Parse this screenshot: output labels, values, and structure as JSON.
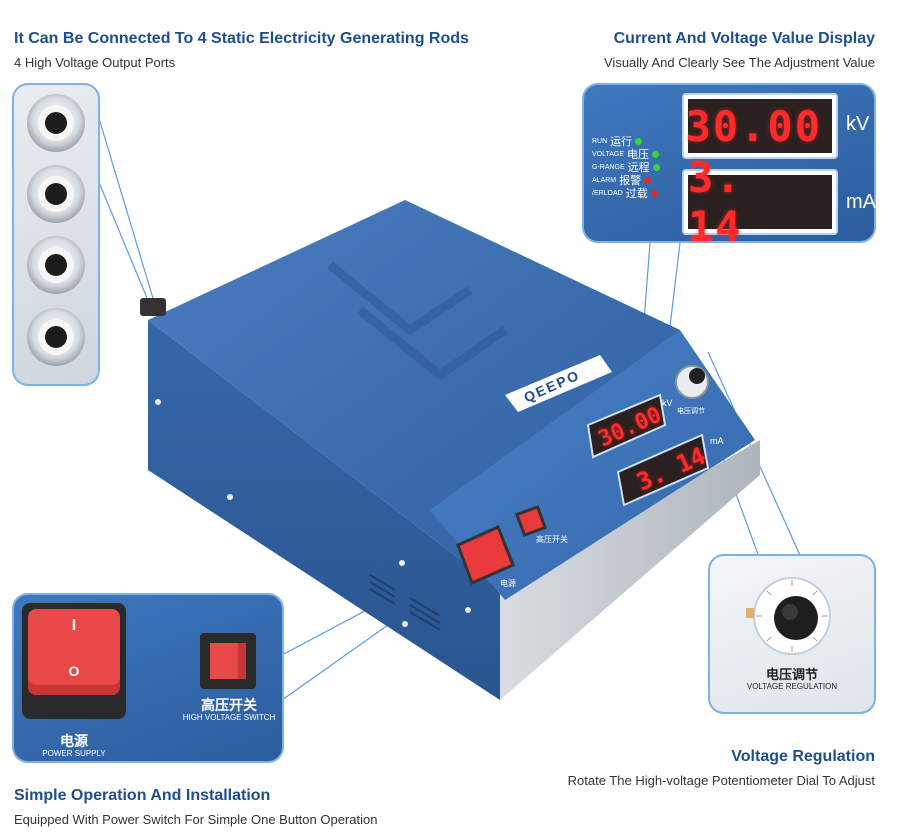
{
  "headings": {
    "ports_title": "It Can Be Connected To 4 Static Electricity Generating Rods",
    "ports_sub": "4 High Voltage Output Ports",
    "display_title": "Current And Voltage Value Display",
    "display_sub": "Visually And Clearly See The Adjustment Value",
    "regulation_title": "Voltage Regulation",
    "regulation_sub": "Rotate The High-voltage Potentiometer Dial To Adjust",
    "operation_title": "Simple Operation And Installation",
    "operation_sub": "Equipped With Power Switch For Simple One Button Operation"
  },
  "display": {
    "kv_value": "30.00",
    "kv_unit": "kV",
    "ma_value": "3. 14",
    "ma_unit": "mA",
    "indicators": [
      {
        "en": "RUN",
        "cn": "运行",
        "color": "#37d43a"
      },
      {
        "en": "VOLTAGE",
        "cn": "电压",
        "color": "#37d43a"
      },
      {
        "en": "G-RANGE",
        "cn": "远程",
        "color": "#37d43a"
      },
      {
        "en": "ALARM",
        "cn": "报警",
        "color": "#e02a2a"
      },
      {
        "en": "/ERLOAD",
        "cn": "过载",
        "color": "#e02a2a"
      }
    ]
  },
  "switches": {
    "power_cn": "电源",
    "power_en": "POWER SUPPLY",
    "hv_cn": "高压开关",
    "hv_en": "HIGH VOLTAGE SWITCH",
    "rocker_top": "I",
    "rocker_bottom": "O"
  },
  "regulation": {
    "cn": "电压调节",
    "en": "VOLTAGE REGULATION"
  },
  "device": {
    "brand": "QEEPO",
    "kv_value": "30.00",
    "ma_value": "3. 14",
    "kv_unit": "kV",
    "ma_unit": "mA",
    "power_cn": "电源",
    "hv_cn": "高压开关",
    "reg_cn": "电压调节"
  },
  "colors": {
    "brand_blue": "#1f4e8c",
    "panel_blue": "#3a6fb0",
    "display_red": "#ff2a2a",
    "switch_red": "#e83a3a"
  }
}
